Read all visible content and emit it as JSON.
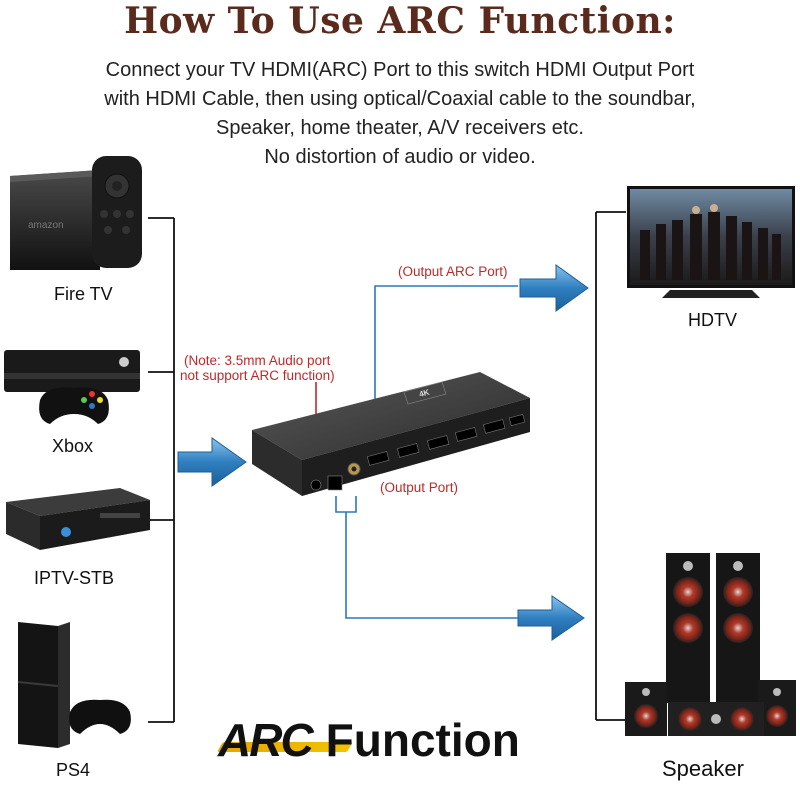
{
  "title": "How To Use ARC Function:",
  "description": [
    "Connect your TV HDMI(ARC) Port to this switch HDMI Output Port",
    "with HDMI Cable, then using optical/Coaxial cable to the soundbar,",
    "Speaker, home theater, A/V receivers etc.",
    "No distortion of audio or video."
  ],
  "sources": [
    {
      "label": "Fire TV",
      "icon": "fire-tv-icon"
    },
    {
      "label": "Xbox",
      "icon": "xbox-icon"
    },
    {
      "label": "IPTV-STB",
      "icon": "iptv-stb-icon"
    },
    {
      "label": "PS4",
      "icon": "ps4-icon"
    }
  ],
  "outputs": {
    "tv_label": "HDTV",
    "speaker_label": "Speaker"
  },
  "switch_labels": {
    "output_arc_port": "(Output ARC Port)",
    "output_port": "(Output Port)",
    "note_line1": "(Note: 3.5mm Audio port",
    "note_line2": "not support ARC function)",
    "device_brand": "4K"
  },
  "logo": {
    "arc": "ARC",
    "function": "Function"
  },
  "colors": {
    "title": "#5a2a1c",
    "arrow": "#2f7fc0",
    "line_blue": "#2a78b8",
    "note_red": "#c0282a",
    "logo_yellow": "#e8a500"
  }
}
